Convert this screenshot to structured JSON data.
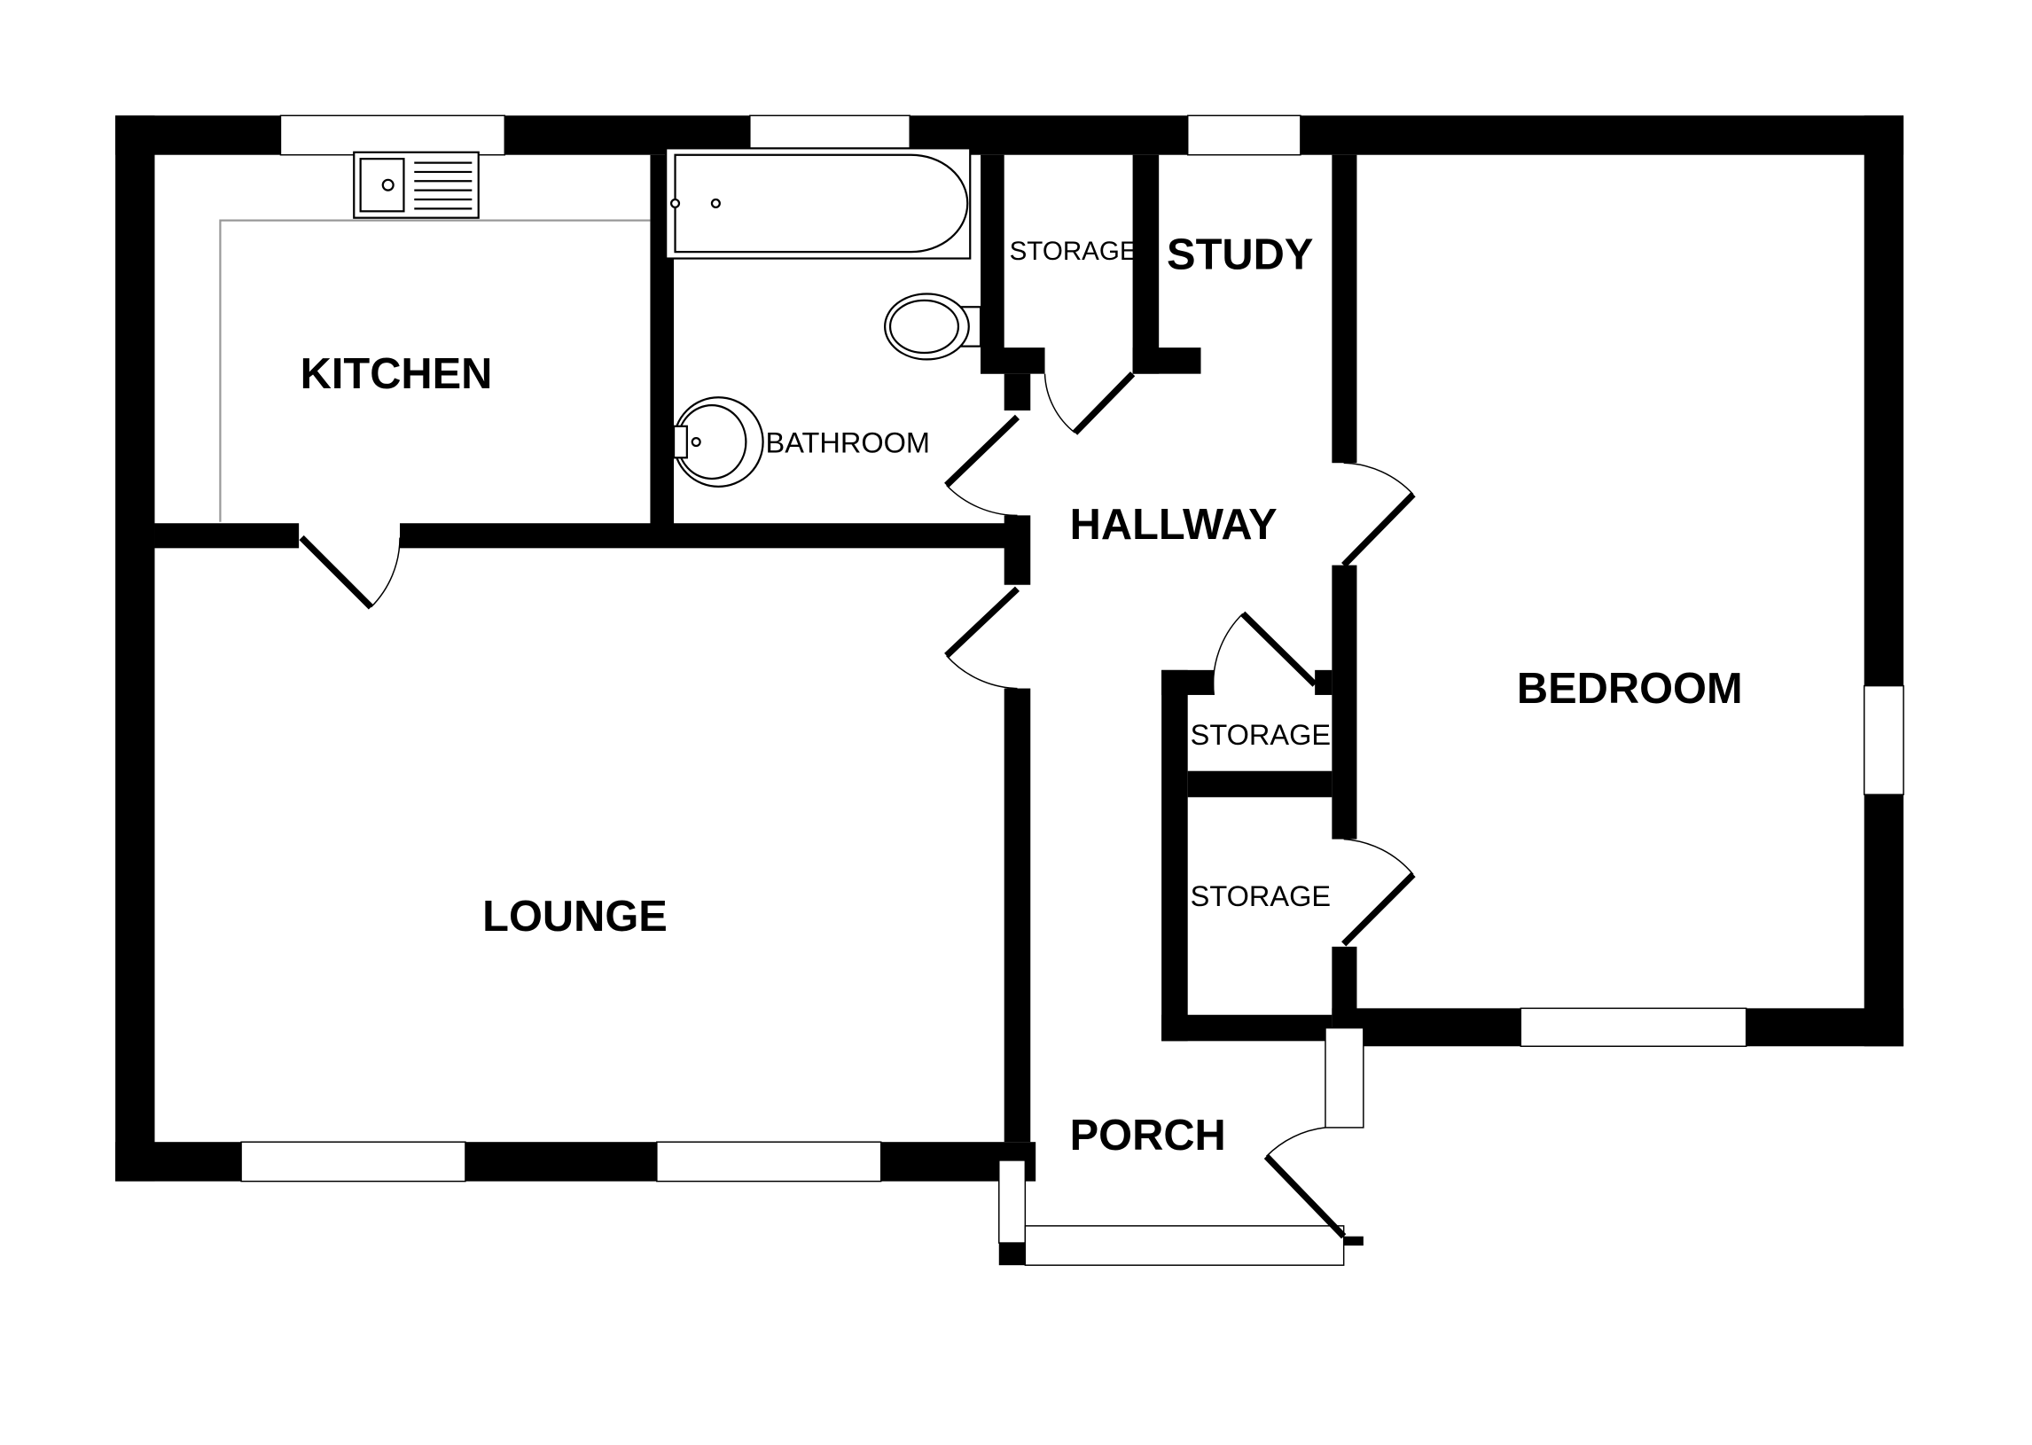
{
  "plan": {
    "rooms": {
      "kitchen": "KITCHEN",
      "bathroom": "BATHROOM",
      "storage_top": "STORAGE",
      "study": "STUDY",
      "hallway": "HALLWAY",
      "bedroom": "BEDROOM",
      "lounge": "LOUNGE",
      "storage_mid": "STORAGE",
      "storage_low": "STORAGE",
      "porch": "PORCH"
    },
    "colors": {
      "wall": "#000000",
      "background": "#ffffff",
      "worktop": "#999999"
    }
  }
}
